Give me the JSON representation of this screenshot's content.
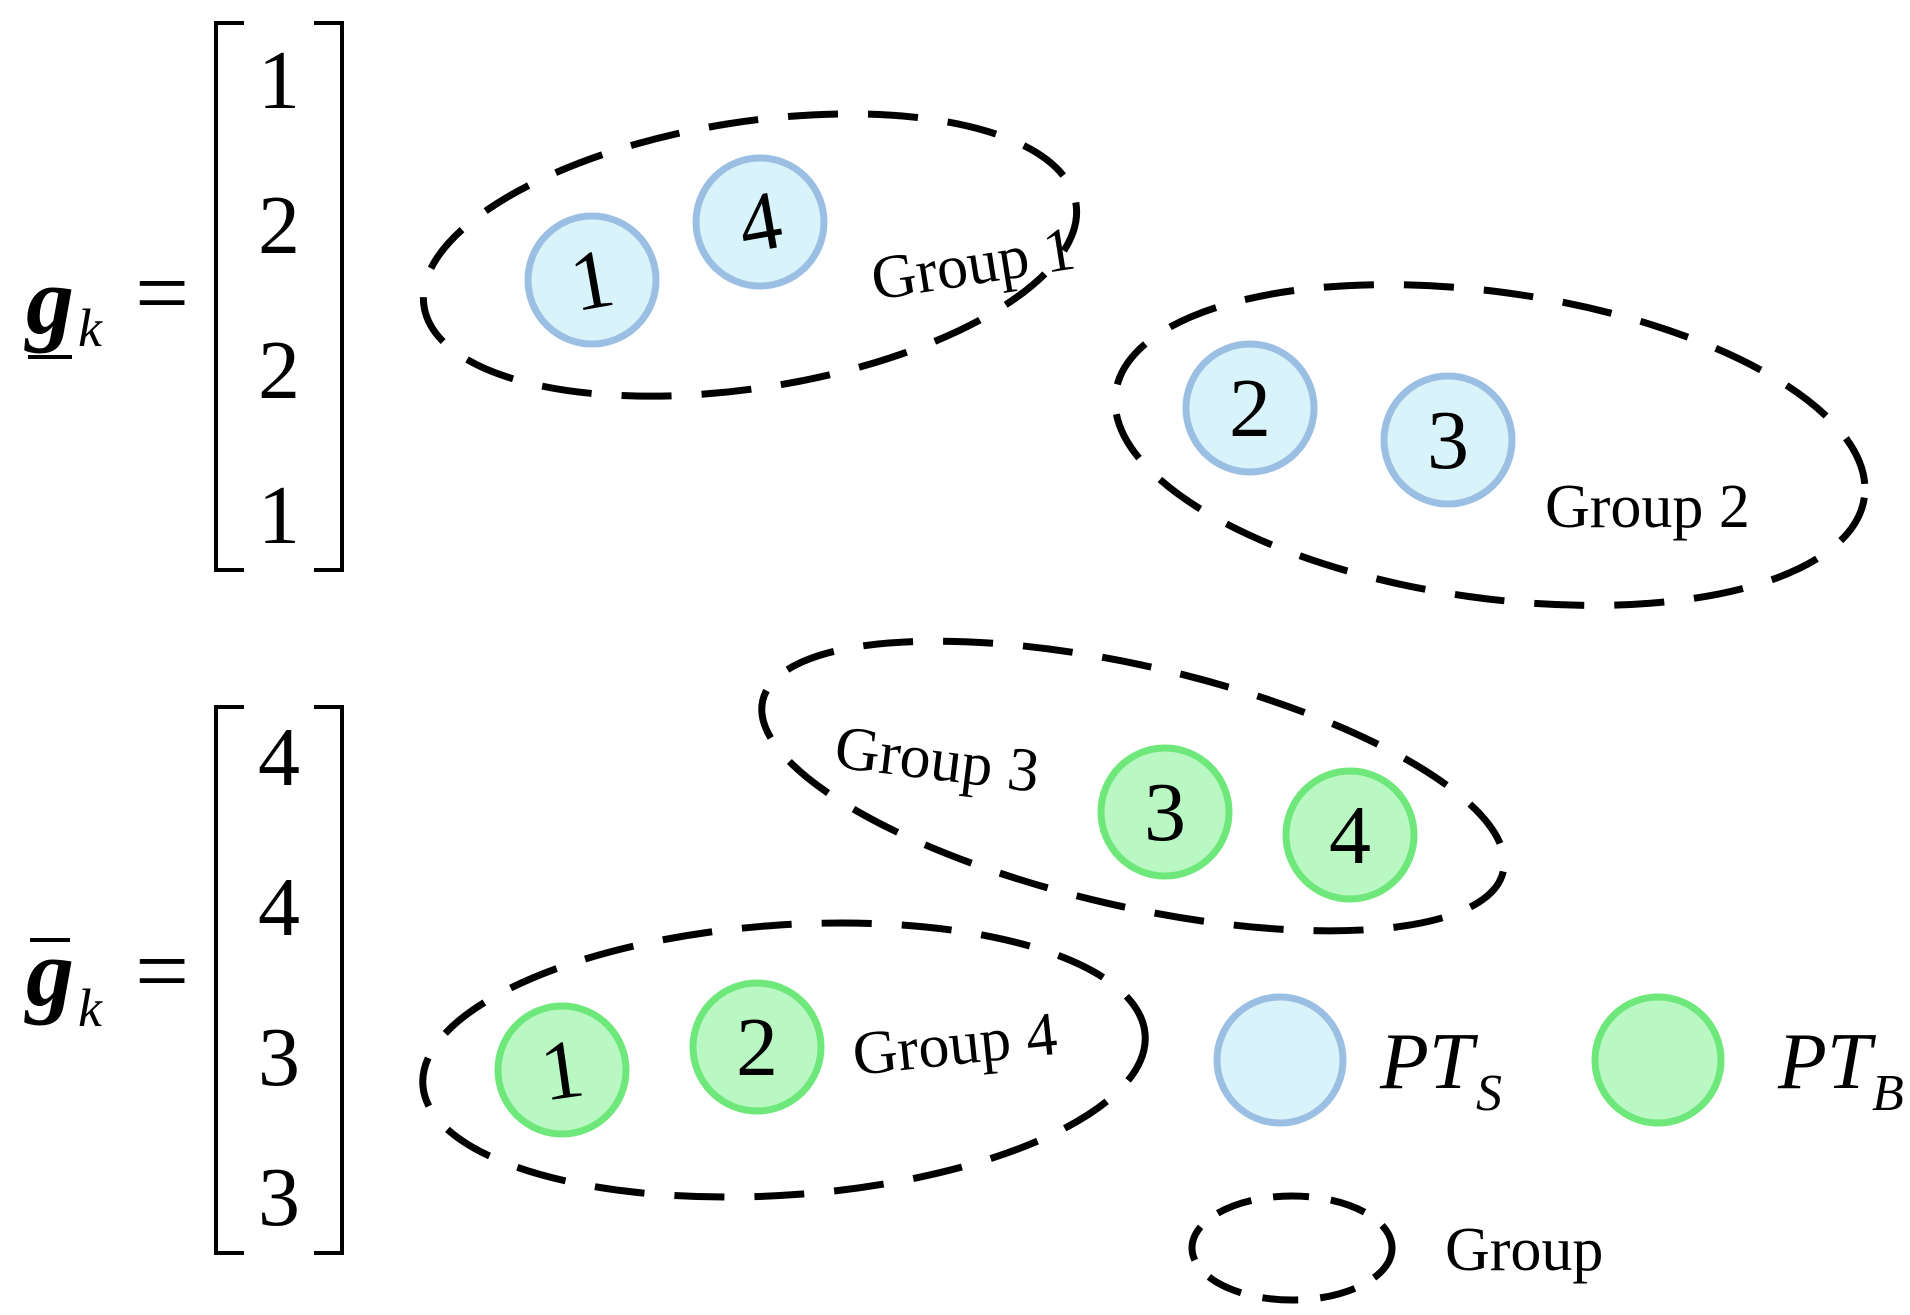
{
  "vectors": [
    {
      "symbol": "g",
      "subscript": "k",
      "accent": "underline",
      "equals": "=",
      "entries": [
        "1",
        "2",
        "2",
        "1"
      ]
    },
    {
      "symbol": "g",
      "subscript": "k",
      "accent": "overline",
      "equals": "=",
      "entries": [
        "4",
        "4",
        "3",
        "3"
      ]
    }
  ],
  "groups": [
    {
      "label": "Group 1",
      "type": "PT_S",
      "members": [
        "1",
        "4"
      ]
    },
    {
      "label": "Group 2",
      "type": "PT_S",
      "members": [
        "2",
        "3"
      ]
    },
    {
      "label": "Group 3",
      "type": "PT_B",
      "members": [
        "3",
        "4"
      ]
    },
    {
      "label": "Group 4",
      "type": "PT_B",
      "members": [
        "1",
        "2"
      ]
    }
  ],
  "legend": {
    "pts": {
      "main": "PT",
      "sub": "S"
    },
    "ptb": {
      "main": "PT",
      "sub": "B"
    },
    "group": "Group"
  },
  "colors": {
    "pts_fill": "#d9f3fb",
    "pts_stroke": "#9bbfe2",
    "ptb_fill": "#b9f7c3",
    "ptb_stroke": "#6ee87a",
    "dashed": "#000000"
  }
}
